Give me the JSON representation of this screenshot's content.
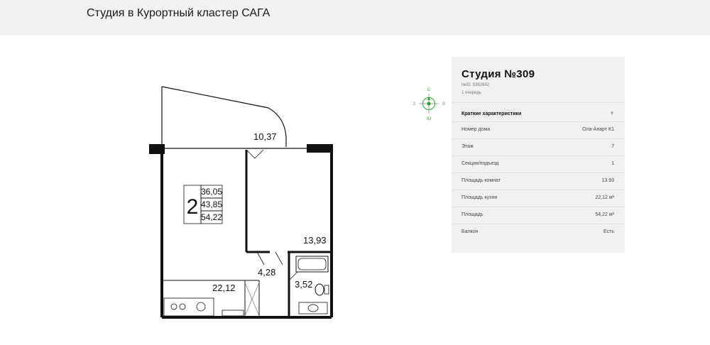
{
  "header": {
    "title": "Студия в Курортный кластер САГА"
  },
  "plan": {
    "areas": {
      "balcony": "10,37",
      "room": "13,93",
      "kitchen": "22,12",
      "hall": "4,28",
      "bath": "3,52"
    },
    "badge": {
      "rooms": "2",
      "living": "36,05",
      "total": "43,85",
      "full": "54,22"
    }
  },
  "compass": {
    "north": "С",
    "south": "Ю",
    "west": "З",
    "east": "В",
    "accent_color": "#1fa51f"
  },
  "panel": {
    "title": "Студия №309",
    "id_text": "№ID: 5362692",
    "queue_text": "1 очередь",
    "section_label": "Краткие характеристики",
    "rows": [
      {
        "key": "Номер дома",
        "value": "Ола-Апарт К1"
      },
      {
        "key": "Этаж",
        "value": "7"
      },
      {
        "key": "Секция/подъезд",
        "value": "1"
      },
      {
        "key": "Площадь комнат",
        "value": "13.93"
      },
      {
        "key": "Площадь кухни",
        "value": "22,12 м²"
      },
      {
        "key": "Площадь",
        "value": "54,22 м²"
      },
      {
        "key": "Балкон",
        "value": "Есть"
      }
    ]
  }
}
